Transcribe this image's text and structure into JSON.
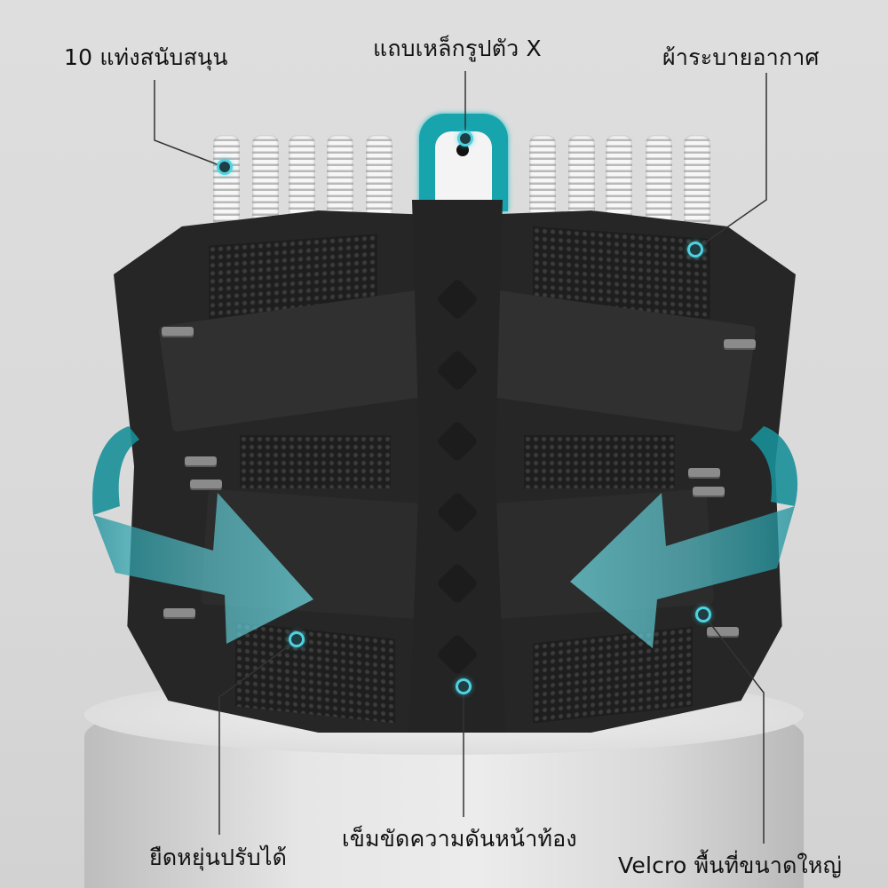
{
  "product": "back-support-brace",
  "colors": {
    "accent": "#17a4ad",
    "accent_glow": "#4fd2df",
    "belt": "#262626",
    "background": "#dcdcdc",
    "label_text": "#111111"
  },
  "callouts": {
    "springs": {
      "label": "10 แท่งสนับสนุน",
      "icon": "spring-stay-icon"
    },
    "steel_plate": {
      "label": "แถบเหล็กรูปตัว X",
      "icon": "steel-plate-icon"
    },
    "breathable_fabric": {
      "label": "ผ้าระบายอากาศ",
      "icon": "mesh-fabric-icon"
    },
    "elastic_adjustable": {
      "label": "ยืดหยุ่นปรับได้",
      "icon": "elastic-strap-icon"
    },
    "abdominal_pressure_belt": {
      "label": "เข็มขัดความดันหน้าท้อง",
      "icon": "pressure-belt-icon"
    },
    "velcro_large_area": {
      "label": "Velcro พื้นที่ขนาดใหญ่",
      "icon": "velcro-icon"
    }
  },
  "springs_count": 10,
  "arrows": {
    "left": {
      "direction": "right",
      "icon": "compress-arrow-icon"
    },
    "right": {
      "direction": "left",
      "icon": "compress-arrow-icon"
    }
  }
}
